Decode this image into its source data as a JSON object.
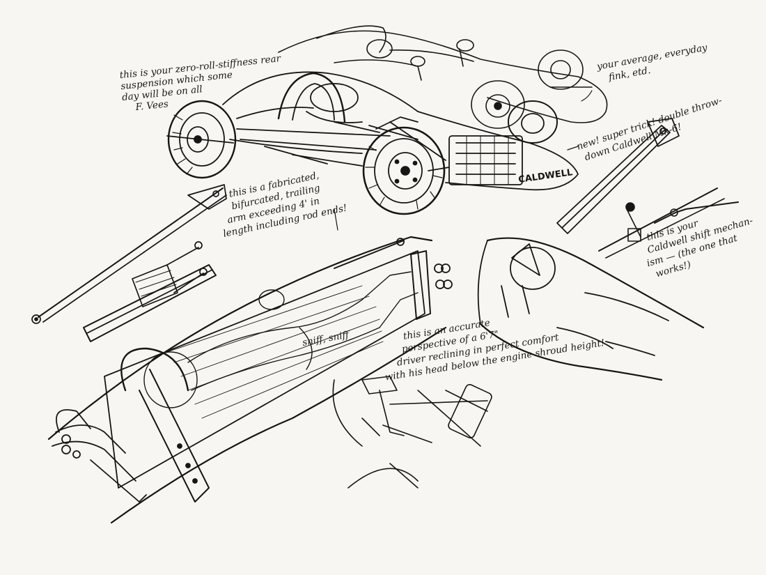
{
  "annotations": {
    "rear_suspension": {
      "lines": [
        "this is your zero-roll-stiffness rear",
        "suspension which some",
        "day will be on all",
        "F. Vees"
      ]
    },
    "average_fink": {
      "lines": [
        "your average, everyday",
        "fink, etd."
      ]
    },
    "super_trick": {
      "lines": [
        "new! super trick! double throw-",
        "down Caldwell Mk-6!"
      ]
    },
    "trailing_arm": {
      "lines": [
        "this is a fabricated,",
        "bifurcated, trailing",
        "arm exceeding 4' in",
        "length including rod ends!"
      ]
    },
    "shift_mechanism": {
      "lines": [
        "this is your",
        "Caldwell shift mechan-",
        "ism — (the one that",
        "works!)"
      ]
    },
    "driver_perspective": {
      "lines": [
        "this is an accurate",
        "perspective of a 6'7\"",
        "driver reclining in perfect comfort",
        "with his head below the engine shroud height!"
      ]
    },
    "sniff": {
      "text": "sniff, sniff"
    },
    "brand_lettering": {
      "text": "CALDWELL"
    }
  }
}
